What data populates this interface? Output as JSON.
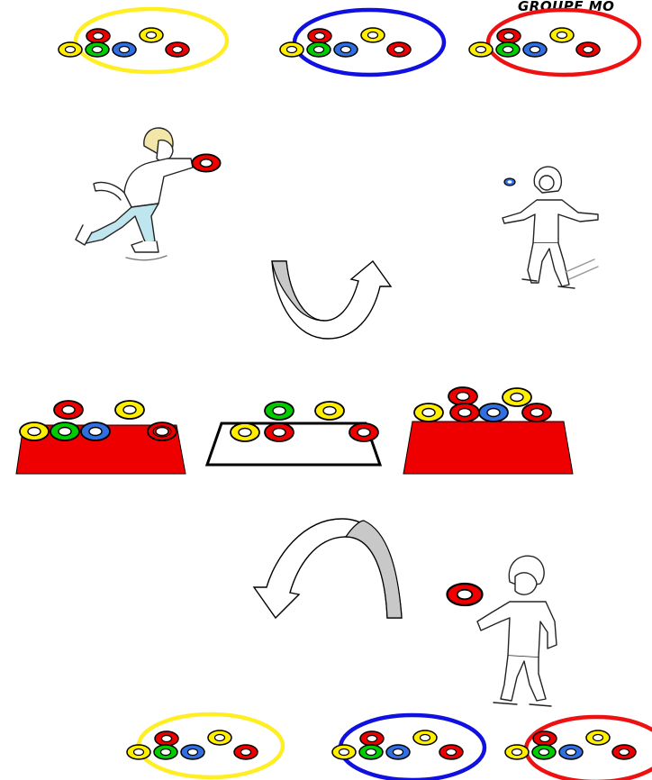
{
  "header": {
    "title": "GROUPE MO"
  },
  "colors": {
    "red": "#ee0000",
    "yellow": "#ffee00",
    "green": "#00cc00",
    "blue": "#2f6fe0",
    "hoop_yellow": "#ffee22",
    "hoop_blue": "#1010e0",
    "hoop_red": "#ee1111",
    "arrow_gray": "#c8c8c8"
  },
  "rows": {
    "top_hoops": [
      "yellow",
      "blue",
      "red"
    ],
    "mats": [
      "red",
      "white",
      "red"
    ],
    "bottom_hoops": [
      "yellow",
      "blue",
      "red"
    ]
  },
  "figures": {
    "left_skater": "skater-throwing-ring",
    "right_skater": "skater-catching-ring",
    "lower_skater": "skater-holding-ring"
  }
}
